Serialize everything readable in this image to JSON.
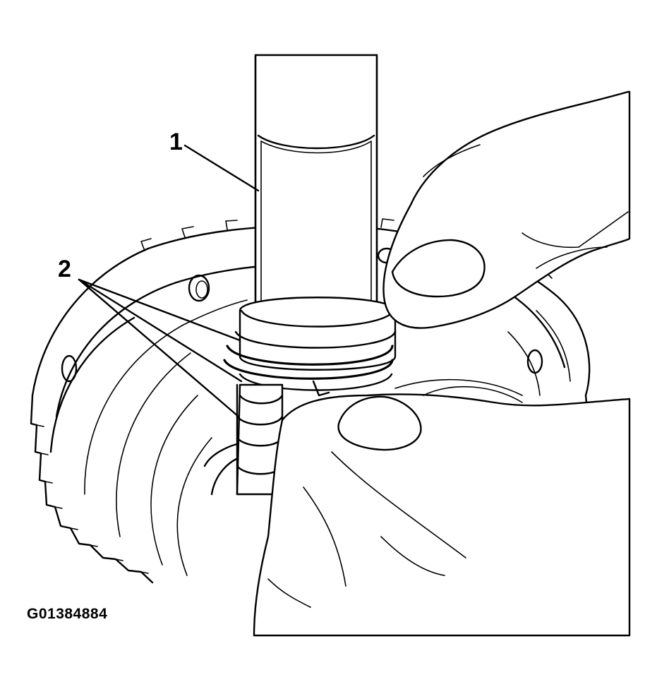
{
  "callouts": {
    "one": "1",
    "two": "2"
  },
  "figure_id": "G01384884",
  "colors": {
    "ink": "#000000",
    "paper": "#ffffff"
  }
}
